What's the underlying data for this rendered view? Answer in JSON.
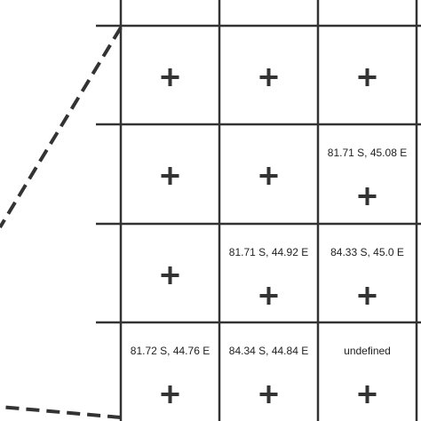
{
  "colors": {
    "background": "#ffffff",
    "grid_line": "#333333",
    "dashed_line": "#333333",
    "marker": "#333333",
    "label_text": "#222222"
  },
  "marker_icon": "plus-icon",
  "rows": [
    {
      "cells": [
        {
          "label": ""
        },
        {
          "label": ""
        },
        {
          "label": ""
        }
      ]
    },
    {
      "cells": [
        {
          "label": ""
        },
        {
          "label": ""
        },
        {
          "label": "81.71 S, 45.08 E"
        }
      ]
    },
    {
      "cells": [
        {
          "label": ""
        },
        {
          "label": "81.71 S, 44.92 E"
        },
        {
          "label": "84.33 S, 45.0 E"
        }
      ]
    },
    {
      "cells": [
        {
          "label": "81.72 S, 44.76 E"
        },
        {
          "label": "84.34 S, 44.84 E"
        },
        {
          "label": "undefined"
        }
      ]
    }
  ]
}
